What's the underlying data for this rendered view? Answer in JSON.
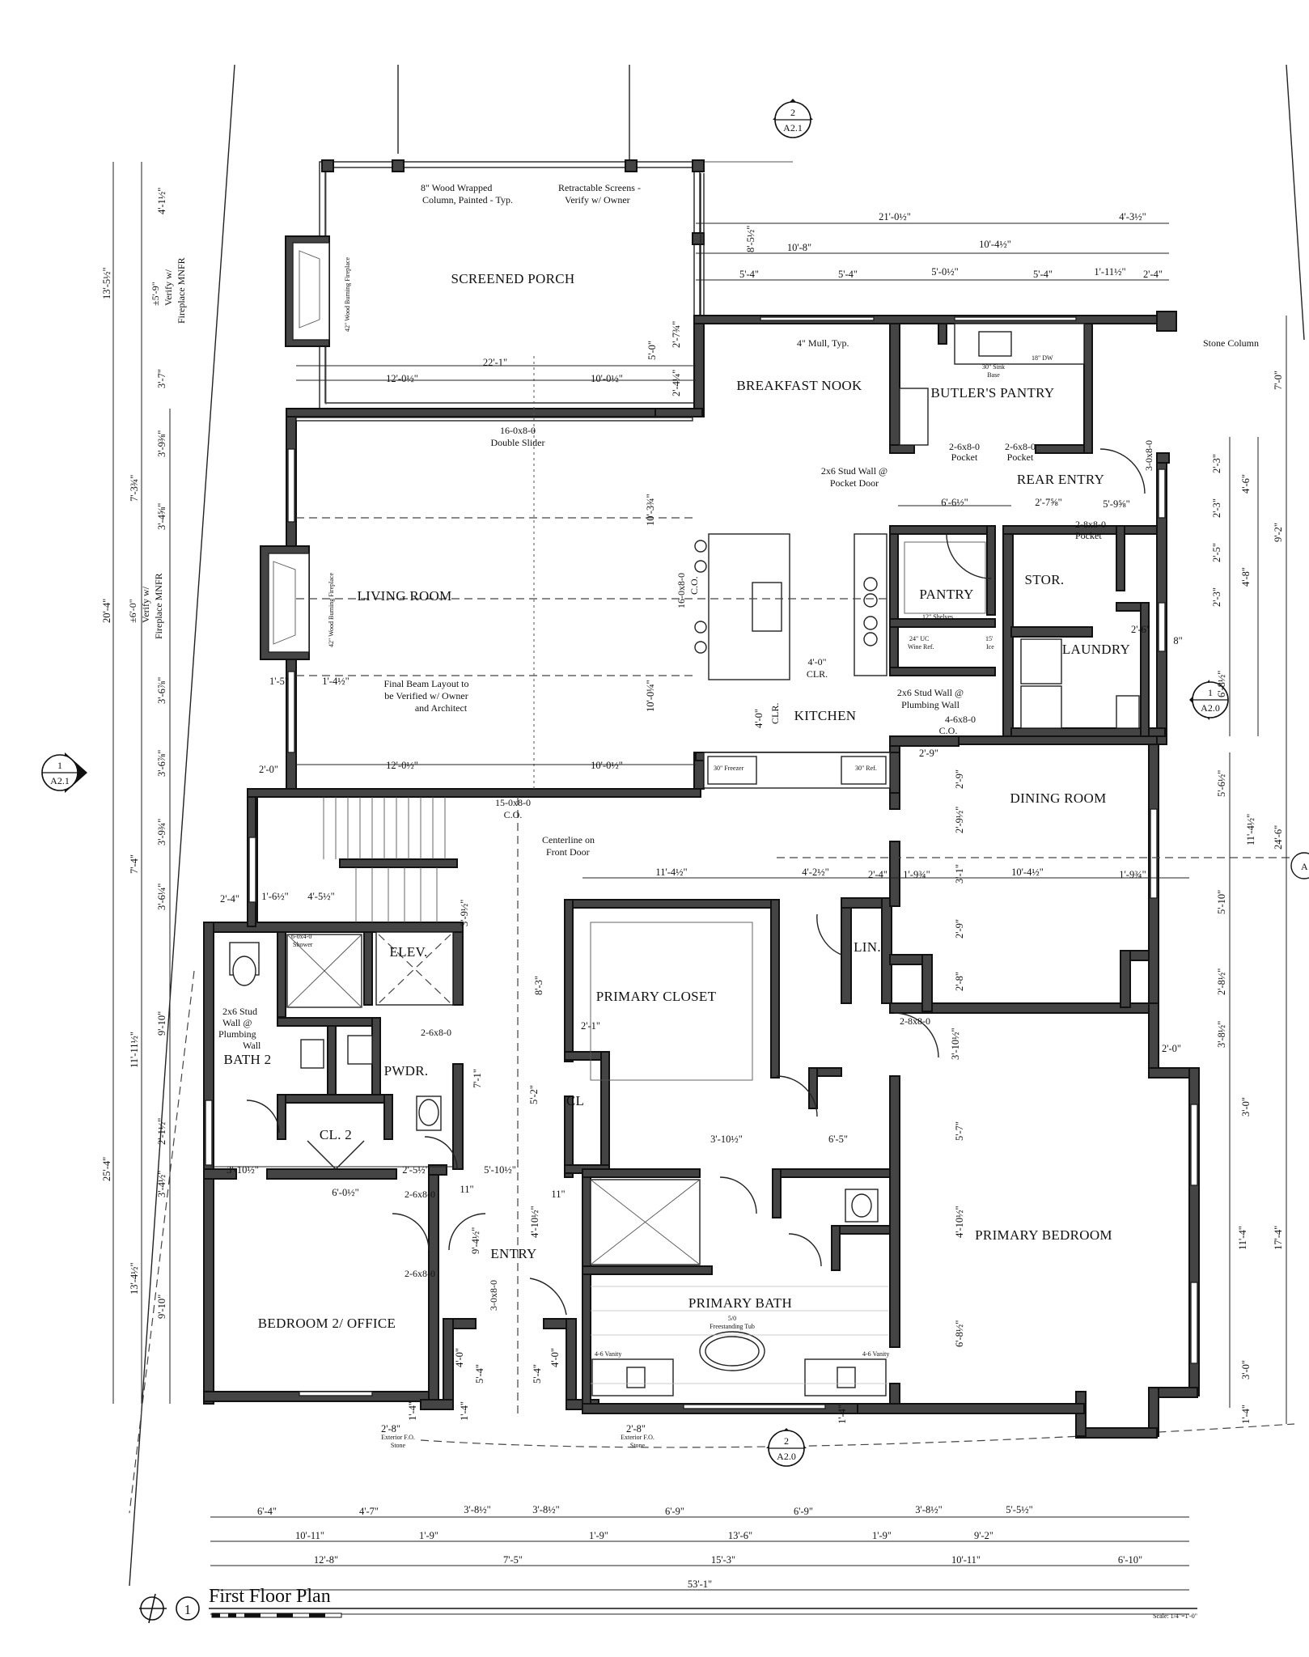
{
  "drawing": {
    "title": "First Floor Plan",
    "number": "1",
    "scale": "Scale: 1/4\"=1'-0\""
  },
  "rooms": {
    "screened_porch": "SCREENED PORCH",
    "breakfast_nook": "BREAKFAST NOOK",
    "butlers_pantry": "BUTLER'S PANTRY",
    "rear_entry": "REAR ENTRY",
    "living_room": "LIVING ROOM",
    "pantry": "PANTRY",
    "stor": "STOR.",
    "laundry": "LAUNDRY",
    "kitchen": "KITCHEN",
    "dining_room": "DINING ROOM",
    "elev": "ELEV.",
    "lin": "LIN.",
    "primary_closet": "PRIMARY CLOSET",
    "bath2": "BATH 2",
    "pwdr": "PWDR.",
    "cl": "CL",
    "cl2": "CL. 2",
    "entry": "ENTRY",
    "primary_bath": "PRIMARY BATH",
    "primary_bedroom": "PRIMARY BEDROOM",
    "bedroom2": "BEDROOM 2/ OFFICE"
  },
  "notes": {
    "column": "8\" Wood Wrapped",
    "column2": "Column, Painted - Typ.",
    "screens": "Retractable Screens -",
    "screens2": "Verify w/ Owner",
    "mull": "4\" Mull, Typ.",
    "stone_column": "Stone Column",
    "slider": "16-0x8-0",
    "slider2": "Double Slider",
    "stud_wall_pocket": "2x6 Stud Wall @",
    "stud_wall_pocket2": "Pocket Door",
    "pocket1": "2-6x8-0",
    "pocket1b": "Pocket",
    "pocket2": "2-6x8-0",
    "pocket2b": "Pocket",
    "beam": "Final Beam Layout to",
    "beam2": "be Verified w/ Owner",
    "beam3": "and Architect",
    "co1": "16-0x8-0",
    "co1b": "C.O.",
    "clr1": "4'-0\"",
    "clr1b": "CLR.",
    "clr2": "CLR.",
    "plumbing": "2x6 Stud Wall @",
    "plumbing2": "Plumbing Wall",
    "co2": "4-6x8-0",
    "co2b": "C.O.",
    "co3": "15-0x8-0",
    "co3b": "C.O.",
    "centerline": "Centerline on",
    "centerline2": "Front Door",
    "bath2_wall": "2x6 Stud",
    "bath2_wall2": "Wall @",
    "bath2_wall3": "Plumbing",
    "bath2_wall4": "Wall",
    "pocket3": "2-8x8-0",
    "pocket3b": "Pocket",
    "ext_fo1": "Exterior F.O.",
    "ext_fo1b": "Stone",
    "ext_fo2": "Exterior F.O.",
    "ext_fo2b": "Stone",
    "fp1": "42\" Wood Burning Fireplace",
    "fp2": "42\" Wood Burning Fireplace",
    "fp_verify1": "±5'-9\"",
    "fp_verify1b": "Verify w/",
    "fp_verify1c": "Fireplace MNFR",
    "fp_verify2": "±6'-0\"",
    "fp_verify2b": "Verify w/",
    "fp_verify2c": "Fireplace MNFR",
    "tub": "5/0",
    "tub2": "Freestanding Tub",
    "sink_base": "30\" Sink",
    "sink_base2": "Base",
    "dw18": "18\" DW",
    "freezer": "30\" Freezer",
    "ref": "30\" Ref.",
    "wine": "24\" UC",
    "wine2": "Wine Ref.",
    "ice": "15'",
    "ice2": "Ice",
    "shelves": "12\" Shelves",
    "vanity1": "4-6 Vanity",
    "vanity2": "4-6 Vanity",
    "shower1": "6-0x4-0",
    "shower1b": "Shower",
    "door_pwdr": "2-6x8-0",
    "door_bed2": "2-6x8-0",
    "door_bed2b": "2-6x8-0",
    "door_dining": "2-8x8-0",
    "door_stor": "2-8x8-0",
    "door_stor2": "Pocket",
    "door_rear": "3-0x8-0",
    "door_entry": "3-0x8-0"
  },
  "dimensions": {
    "top_21": "21'-0½\"",
    "top_4_3": "4'-3½\"",
    "top_10_8": "10'-8\"",
    "top_10_4": "10'-4½\"",
    "top_5_4a": "5'-4\"",
    "top_5_4b": "5'-4\"",
    "top_5_0": "5'-0½\"",
    "top_5_4c": "5'-4\"",
    "top_1_11": "1'-11½\"",
    "top_2_4": "2'-4\"",
    "porch_22": "22'-1\"",
    "porch_12": "12'-0½\"",
    "porch_10": "10'-0½\"",
    "lr_12": "12'-0½\"",
    "lr_10": "10'-0½\"",
    "left_13_5": "13'-5½\"",
    "left_4_1": "4'-1½\"",
    "left_3_7": "3'-7\"",
    "left_20_4": "20'-4\"",
    "left_7_3": "7'-3¾\"",
    "left_7_4": "7'-4\"",
    "left_25_4": "25'-4\"",
    "left_11_11": "11'-11½\"",
    "left_13_4": "13'-4½\"",
    "left_9_10a": "9'-10\"",
    "left_9_10b": "9'-10\"",
    "right_7_0": "7'-0\"",
    "right_9_2": "9'-2\"",
    "right_24_6": "24'-6\"",
    "right_17_4": "17'-4\"",
    "right_11_4": "11'-4\"",
    "right_6_8": "6'-8½\"",
    "right_5_6": "5'-6½\"",
    "right_11_4b": "11'-4½\"",
    "right_5_10": "5'-10\"",
    "right_2_8": "2'-8½\"",
    "right_3_8": "3'-8½\"",
    "right_3_0a": "3'-0\"",
    "right_3_0b": "3'-0\"",
    "right_1_4": "1'-4\"",
    "kitchen_6_6": "6'-6½\"",
    "kitchen_2_7": "2'-7⅝\"",
    "kitchen_5_9": "5'-9⅝\"",
    "dining_11_4": "11'-4½\"",
    "dining_4_2": "4'-2½\"",
    "dining_2_4": "2'-4\"",
    "dining_1_9": "1'-9¾\"",
    "dining_10_4": "10'-4½\"",
    "dining_1_9b": "1'-9¾\"",
    "bot1_6_4": "6'-4\"",
    "bot1_4_7": "4'-7\"",
    "bot1_3_8a": "3'-8½\"",
    "bot1_3_8b": "3'-8½\"",
    "bot1_6_9a": "6'-9\"",
    "bot1_6_9b": "6'-9\"",
    "bot1_3_8c": "3'-8½\"",
    "bot1_5_5": "5'-5½\"",
    "bot2_10_11": "10'-11\"",
    "bot2_1_9a": "1'-9\"",
    "bot2_1_9b": "1'-9\"",
    "bot2_13_6": "13'-6\"",
    "bot2_1_9c": "1'-9\"",
    "bot2_9_2": "9'-2\"",
    "bot3_12_8": "12'-8\"",
    "bot3_7_5": "7'-5\"",
    "bot3_15_3": "15'-3\"",
    "bot3_10_11": "10'-11\"",
    "bot3_6_10": "6'-10\"",
    "bot4_53_1": "53'-1\"",
    "closet_11_4": "11'-4½\"",
    "bath_3_10": "3'-10½\"",
    "bath_6_5": "6'-5\"",
    "bed2_3_10": "3'-10½\"",
    "bed2_6_0": "6'-0½\"",
    "bed2_2_5": "2'-5½\"",
    "entry_5_10": "5'-10½\"",
    "entry_11a": "11\"",
    "entry_11b": "11\"",
    "entry_9_4": "9'-4½\"",
    "entry_4_10": "4'-10½\"",
    "stair_2_4": "2'-4\"",
    "stair_1_6": "1'-6½\"",
    "stair_4_5": "4'-5½\"",
    "stair_3_9": "3'-9½\"",
    "lr_1_5": "1'-5\"",
    "lr_1_4": "1'-4½\"",
    "lr_2_0": "2'-0\"",
    "closet_8_3": "8'-3\"",
    "closet_2_1": "2'-1\"",
    "cl_5_2": "5'-2\"",
    "pr_5_7": "5'-7\"",
    "pr_4_10": "4'-10½\"",
    "pr_6_8": "6'-8½\"",
    "pr_2_9": "2'-9\"",
    "pr_2_8": "2'-8\"",
    "pr_3_10": "3'-10½\"",
    "pr_2_0": "2'-0\"",
    "pwdr_7_1": "7'-1\"",
    "ent_4_0a": "4'-0\"",
    "ent_5_4a": "5'-4\"",
    "ent_5_4b": "5'-4\"",
    "ent_4_0b": "4'-0\"",
    "ent_1_4a": "1'-4\"",
    "ent_1_4b": "1'-4\"",
    "ent_1_4c": "1'-4\"",
    "ent_2_8a": "2'-8\"",
    "ent_2_8b": "2'-8\"",
    "din_2_9": "2'-9\"",
    "din_2_9b": "2'-9½\"",
    "din_3_1": "3'-1\"",
    "din_2_9c": "2'-9\"",
    "nook_5_0": "5'-0\"",
    "nook_2_7": "2'-7¾\"",
    "nook_2_4": "2'-4¼\"",
    "nook_10_3": "10'-3¾\"",
    "nook_10_0": "10'-0¼\"",
    "porch_8_5": "8'-5½\"",
    "rear_2_3": "2'-3\"",
    "rear_2_3b": "2'-3\"",
    "rear_2_5": "2'-5\"",
    "rear_2_3c": "2'-3\"",
    "rear_4_6": "4'-6\"",
    "rear_4_8": "4'-8\"",
    "rear_2_6": "2'-6\"",
    "rear_8": "8\"",
    "kit_4_0": "4'-0\"",
    "bed2_2_1": "2'-1½\"",
    "bed2_3_4": "3'-4½\"",
    "lr_3_9": "3'-9⅜\"",
    "lr_3_4": "3'-4⅝\"",
    "lr_3_6": "3'-6⅞\"",
    "lr_3_6b": "3'-6⅞\"",
    "lr_3_9b": "3'-9¾\"",
    "lr_3_6c": "3'-6¼\""
  },
  "sections": {
    "s_top": {
      "n": "2",
      "sheet": "A2.1"
    },
    "s_left": {
      "n": "1",
      "sheet": "A2.1"
    },
    "s_right": {
      "n": "1",
      "sheet": "A2.0"
    },
    "s_bottom": {
      "n": "2",
      "sheet": "A2.0"
    },
    "s_edge": {
      "sheet": "A"
    }
  }
}
